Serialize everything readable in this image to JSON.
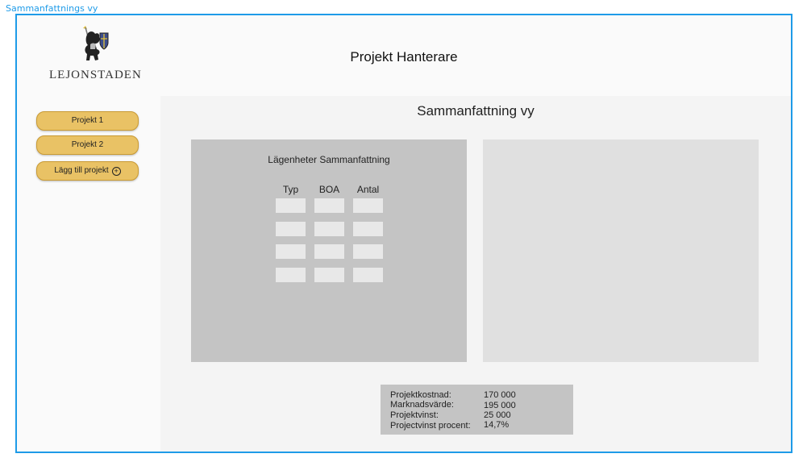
{
  "frame": {
    "label": "Sammanfattnings vy"
  },
  "header": {
    "logo_text": "LEJONSTADEN",
    "app_title": "Projekt Hanterare"
  },
  "sidebar": {
    "items": [
      {
        "label": "Projekt 1"
      },
      {
        "label": "Projekt 2"
      },
      {
        "label": "Lägg till projekt",
        "icon": "plus-circle-icon"
      }
    ],
    "button_color": "#e9c265"
  },
  "main": {
    "title": "Sammanfattning vy",
    "apartments": {
      "title": "Lägenheter Sammanfattning",
      "columns": [
        "Typ",
        "BOA",
        "Antal"
      ],
      "rows": [
        [
          "",
          "",
          ""
        ],
        [
          "",
          "",
          ""
        ],
        [
          "",
          "",
          ""
        ],
        [
          "",
          "",
          ""
        ]
      ]
    },
    "stats": [
      {
        "label": "Projektkostnad:",
        "value": "170 000"
      },
      {
        "label": "Marknadsvärde:",
        "value": "195 000"
      },
      {
        "label": "Projektvinst:",
        "value": "25 000"
      },
      {
        "label": "Projectvinst procent:",
        "value": "14,7%"
      }
    ]
  },
  "colors": {
    "frame_border": "#1e9be8",
    "panel_grey": "#c4c4c4",
    "panel_light": "#e0e0e0"
  }
}
